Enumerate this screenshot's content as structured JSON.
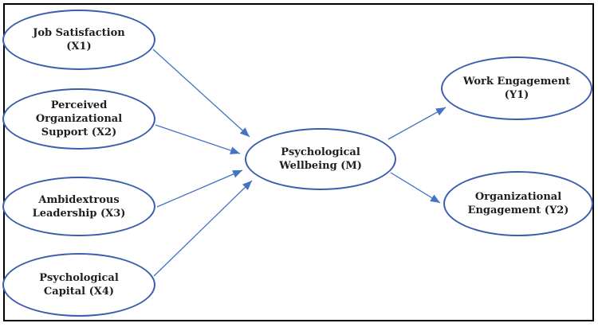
{
  "diagram": {
    "kind": "mediation-path-model",
    "nodes": [
      {
        "id": "x1",
        "label": "Job Satisfaction (X1)",
        "lines": [
          "Job Satisfaction",
          "(X1)"
        ]
      },
      {
        "id": "x2",
        "label": "Perceived Organizational Support (X2)",
        "lines": [
          "Perceived",
          "Organizational",
          "Support (X2)"
        ]
      },
      {
        "id": "x3",
        "label": "Ambidextrous Leadership (X3)",
        "lines": [
          "Ambidextrous",
          "Leadership (X3)"
        ]
      },
      {
        "id": "x4",
        "label": "Psychological Capital (X4)",
        "lines": [
          "Psychological",
          "Capital (X4)"
        ]
      },
      {
        "id": "m",
        "label": "Psychological Wellbeing (M)",
        "lines": [
          "Psychological",
          "Wellbeing (M)"
        ]
      },
      {
        "id": "y1",
        "label": "Work Engagement (Y1)",
        "lines": [
          "Work Engagement",
          "(Y1)"
        ]
      },
      {
        "id": "y2",
        "label": "Organizational Engagement (Y2)",
        "lines": [
          "Organizational",
          "Engagement (Y2)"
        ]
      }
    ],
    "edges": [
      {
        "from": "x1",
        "to": "m"
      },
      {
        "from": "x2",
        "to": "m"
      },
      {
        "from": "x3",
        "to": "m"
      },
      {
        "from": "x4",
        "to": "m"
      },
      {
        "from": "m",
        "to": "y1"
      },
      {
        "from": "m",
        "to": "y2"
      }
    ],
    "colors": {
      "ellipse_stroke": "#3c5dae",
      "connector": "#4472c4",
      "text": "#1f1f1f",
      "frame": "#000000",
      "background": "#ffffff"
    }
  }
}
